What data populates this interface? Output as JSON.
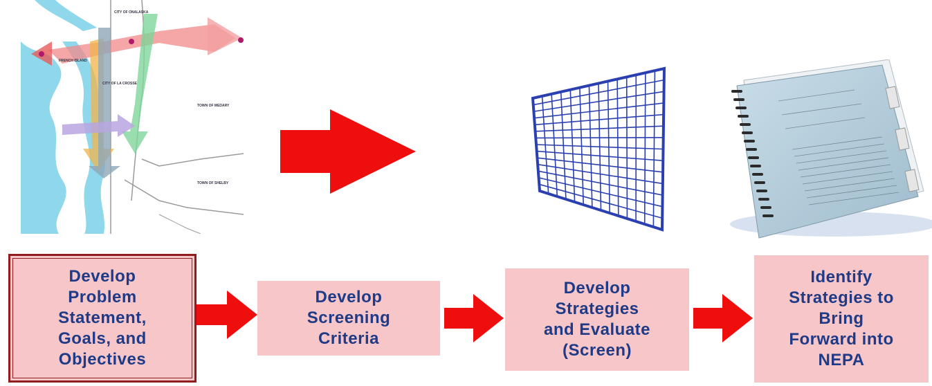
{
  "map": {
    "labels": {
      "city": "CITY OF\nLA CROSSE",
      "town_medary": "TOWN OF\nMEDARY",
      "town_shelby": "TOWN OF\nSHELBY",
      "onalaska": "CITY OF\nONALASKA",
      "french_island": "FRENCH\nISLAND"
    }
  },
  "steps": [
    {
      "label": "Develop\nProblem\nStatement,\nGoals, and\nObjectives"
    },
    {
      "label": "Develop\nScreening\nCriteria"
    },
    {
      "label": "Develop\nStrategies\nand Evaluate\n(Screen)"
    },
    {
      "label": "Identify\nStrategies to\nBring\nForward into\nNEPA"
    }
  ],
  "colors": {
    "arrow_red": "#ef0e0e",
    "box_fill": "#f7c6c9",
    "text_blue": "#1f3a86",
    "grid_blue": "#2a3fb0",
    "first_border": "#8f1d1d"
  },
  "icons": [
    "map-image",
    "right-arrow-icon",
    "grid-icon",
    "report-binder-icon"
  ]
}
